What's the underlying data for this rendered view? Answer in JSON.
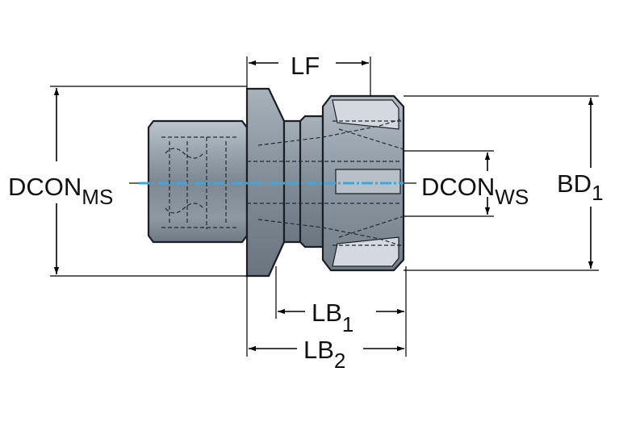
{
  "drawing": {
    "part": "tool-holder-adapter",
    "colors": {
      "steel": "#8f9aa5",
      "steel_dark": "#55606b",
      "steel_light": "#c4ccd4",
      "outline": "#1b1f24",
      "centerline": "#3aa8e0",
      "dimension": "#000000"
    }
  },
  "dimensions": {
    "lf": {
      "main": "LF",
      "sub": ""
    },
    "dcon_ms": {
      "main": "DCON",
      "sub": "MS"
    },
    "dcon_ws": {
      "main": "DCON",
      "sub": "WS"
    },
    "bd1": {
      "main": "BD",
      "sub": "1"
    },
    "lb1": {
      "main": "LB",
      "sub": "1"
    },
    "lb2": {
      "main": "LB",
      "sub": "2"
    }
  }
}
